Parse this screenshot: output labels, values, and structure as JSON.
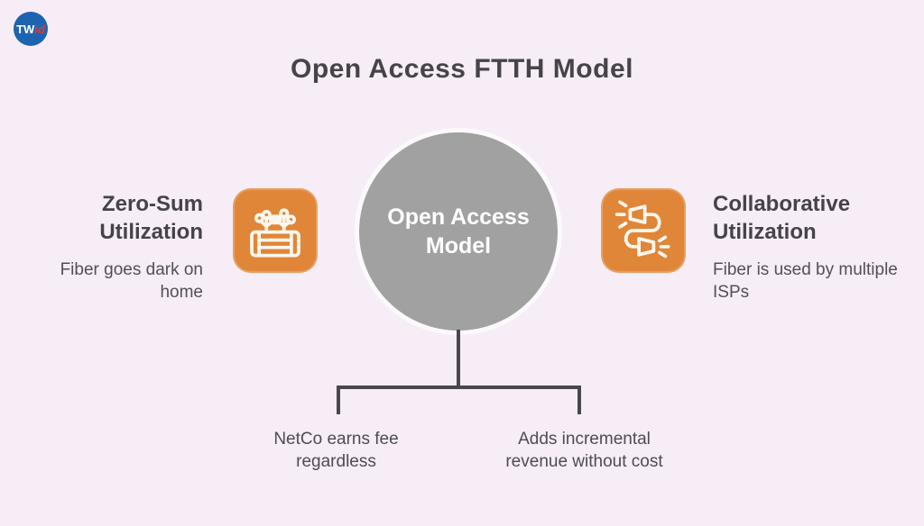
{
  "logo": {
    "text_white": "TW",
    "text_red": "id"
  },
  "title": "Open Access FTTH Model",
  "center": {
    "label": "Open Access\nModel"
  },
  "left_section": {
    "heading": "Zero-Sum\nUtilization",
    "description": "Fiber goes dark on\nhome",
    "icon": "fiber-distribution-box-icon"
  },
  "right_section": {
    "heading": "Collaborative\nUtilization",
    "description": "Fiber is used by multiple\nISPs",
    "icon": "fiber-connectors-icon"
  },
  "branches": [
    {
      "label": "NetCo earns fee\nregardless"
    },
    {
      "label": "Adds incremental\nrevenue without cost"
    }
  ],
  "colors": {
    "background": "#f6edf6",
    "circle_gray": "#a2a1a2",
    "tile_orange": "#e08638",
    "line_dark": "#4a4550",
    "heading_text": "#45424a",
    "body_text": "#534f57",
    "logo_blue": "#1d64b0",
    "logo_red": "#e33832"
  }
}
